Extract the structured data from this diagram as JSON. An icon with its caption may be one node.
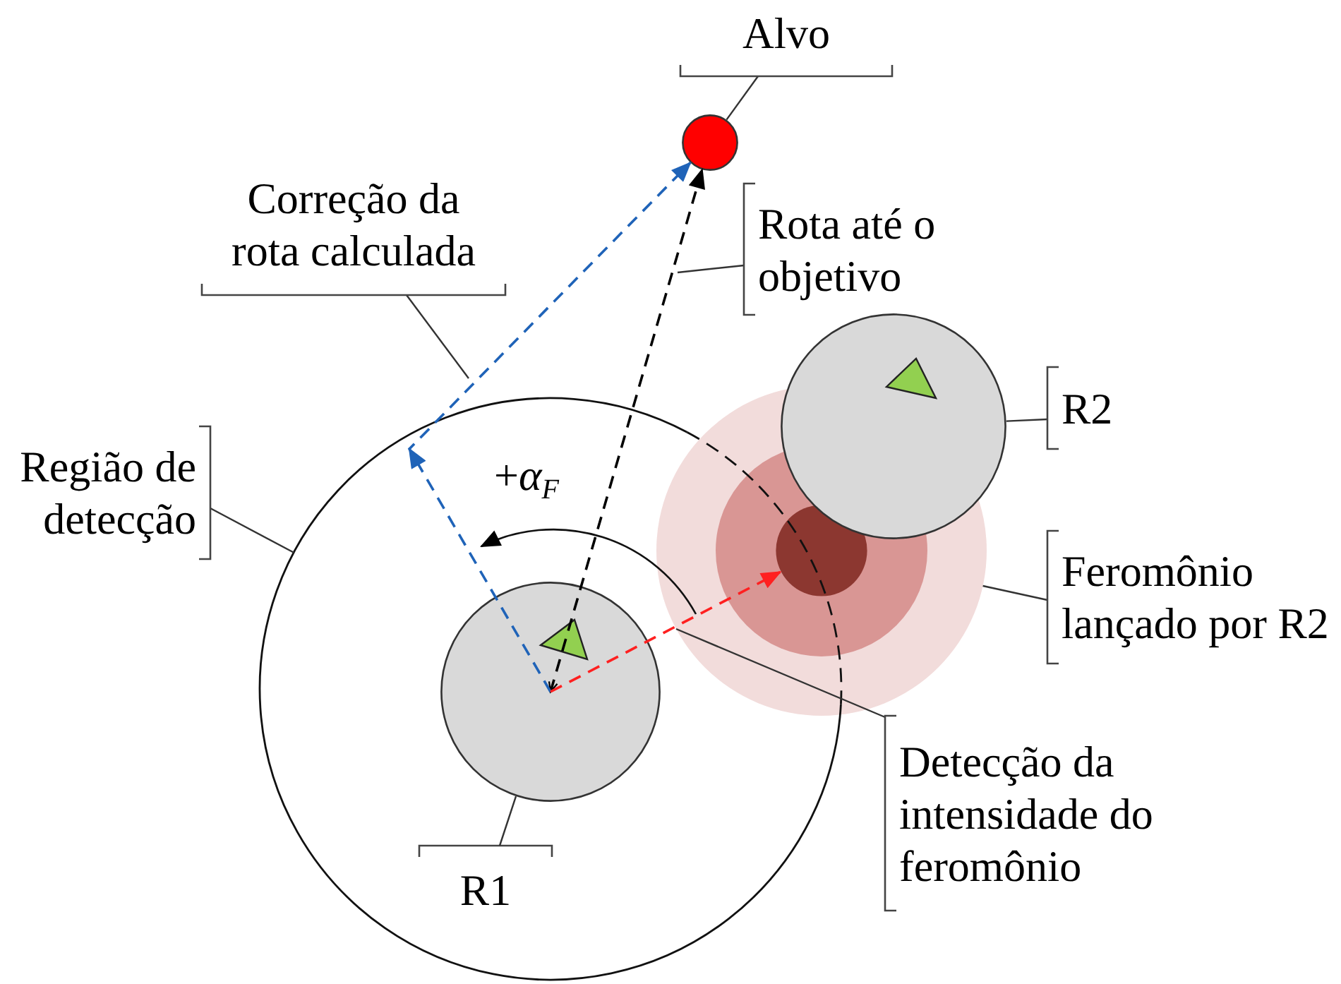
{
  "diagram": {
    "nodes": [
      {
        "text": [
          "Alvo"
        ]
      },
      {
        "text": [],
        "shape": "circle"
      },
      {
        "text": [
          "Correção da rota calculada"
        ]
      },
      {
        "text": [
          "Rota até o objetivo"
        ]
      },
      {
        "text": [
          "Região de detecção"
        ]
      },
      {
        "text": [],
        "shape": "circle"
      },
      {
        "text": [],
        "shape": "circle",
        "in": 5
      },
      {
        "text": [
          "R1"
        ],
        "in": 5
      },
      {
        "text": [],
        "shape": "circle"
      },
      {
        "text": [
          "R2"
        ]
      },
      {
        "text": [],
        "shape": "circle"
      },
      {
        "text": [],
        "shape": "circle",
        "in": 10
      },
      {
        "text": [
          "Feromônio lançado por R2"
        ]
      },
      {
        "text": [
          "Detecção da intensidade do feromônio"
        ]
      }
    ],
    "edges": [
      {
        "from": 0,
        "to": 1,
        "arrow": "none"
      },
      {
        "from": 2,
        "to": null,
        "arrow": "none"
      },
      {
        "from": 3,
        "to": null,
        "arrow": "none"
      },
      {
        "from": 4,
        "to": 5,
        "arrow": "none"
      },
      {
        "from": 7,
        "to": 6,
        "arrow": "none"
      },
      {
        "from": 9,
        "to": 8,
        "arrow": "none"
      },
      {
        "from": 12,
        "to": 10,
        "arrow": "none"
      },
      {
        "from": 13,
        "to": 10,
        "arrow": "none"
      },
      {
        "from": 6,
        "to": 1,
        "arrow": "both",
        "style": "dashed"
      },
      {
        "from": 6,
        "to": 1,
        "arrow": "to",
        "style": "dashed",
        "color": "#1f63b8"
      },
      {
        "from": 6,
        "to": 11,
        "arrow": "to",
        "style": "dashed",
        "color": "#ff2020"
      }
    ],
    "labels": [
      "+*α*$_{F}$"
    ]
  }
}
